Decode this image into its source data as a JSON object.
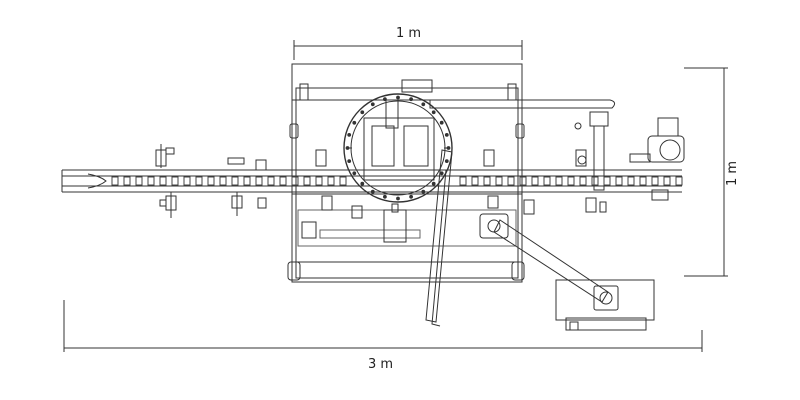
{
  "dimensions": {
    "top_width": "1 m",
    "overall_length": "3 m",
    "height": "1 m"
  },
  "colors": {
    "line": "#333333",
    "light_line": "#777777",
    "background": "#ffffff"
  }
}
